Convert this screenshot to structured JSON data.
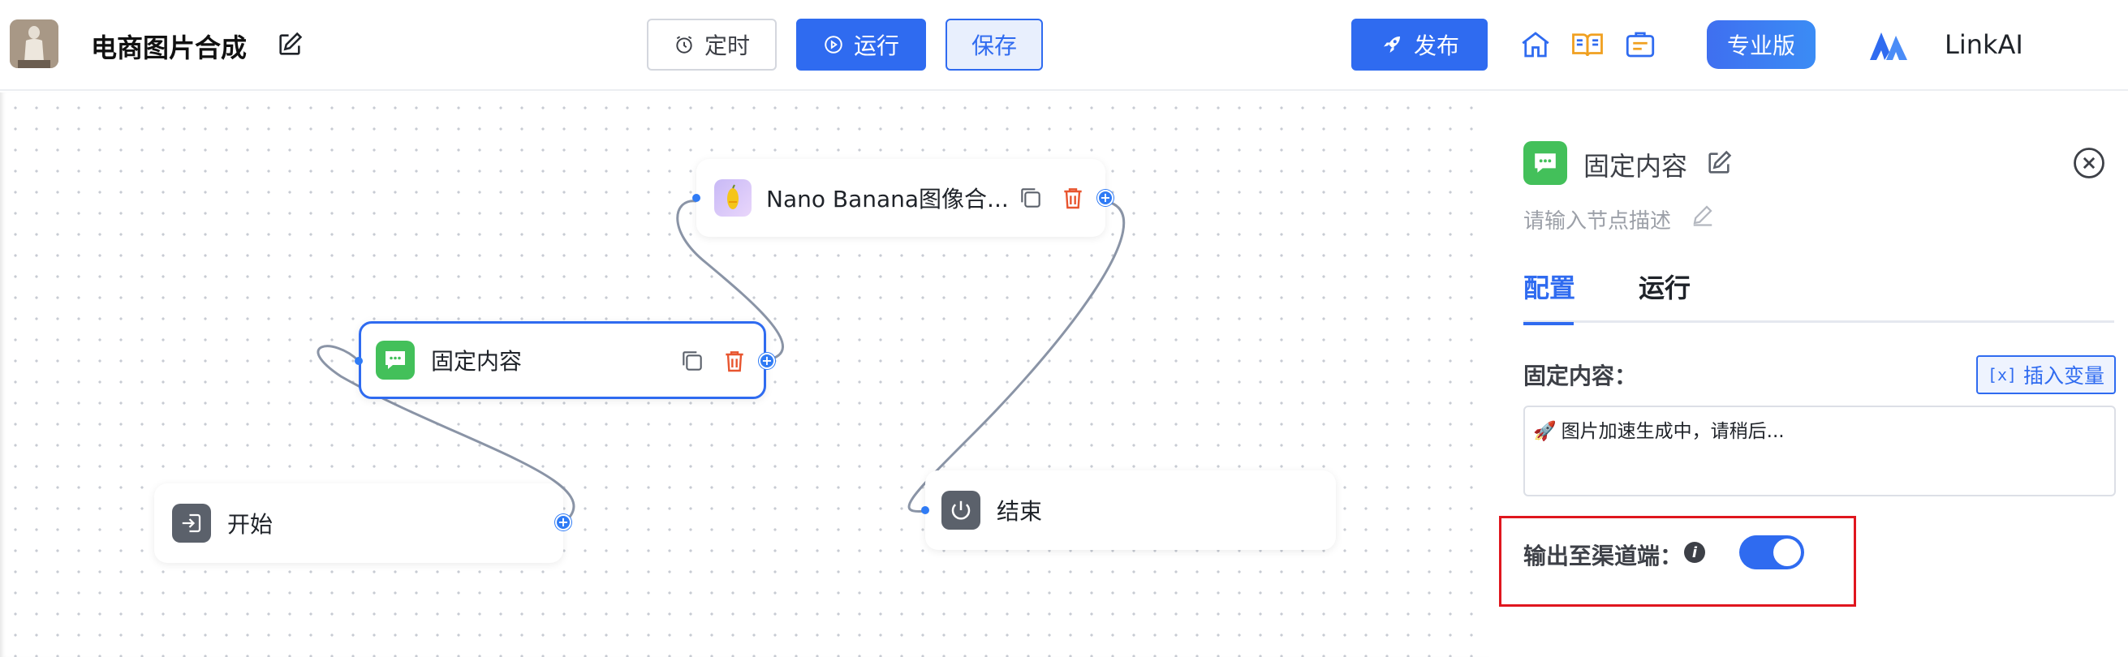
{
  "header": {
    "app_title": "电商图片合成",
    "timer_label": "定时",
    "run_label": "运行",
    "save_label": "保存",
    "publish_label": "发布",
    "pro_label": "专业版",
    "brand_name": "LinkAI"
  },
  "canvas": {
    "nodes": {
      "start": "开始",
      "fixed_content": "固定内容",
      "nano_banana": "Nano Banana图像合...",
      "end": "结束"
    }
  },
  "panel": {
    "title": "固定内容",
    "desc_placeholder": "请输入节点描述",
    "tabs": {
      "config": "配置",
      "run": "运行"
    },
    "content_label": "固定内容：",
    "insert_var_label": "插入变量",
    "content_text": "图片加速生成中，请稍后...",
    "output_label": "输出至渠道端：",
    "output_enabled": true
  },
  "colors": {
    "accent": "#2f6bf0",
    "node_green": "#43c05a",
    "highlight_red": "#e0161e"
  }
}
